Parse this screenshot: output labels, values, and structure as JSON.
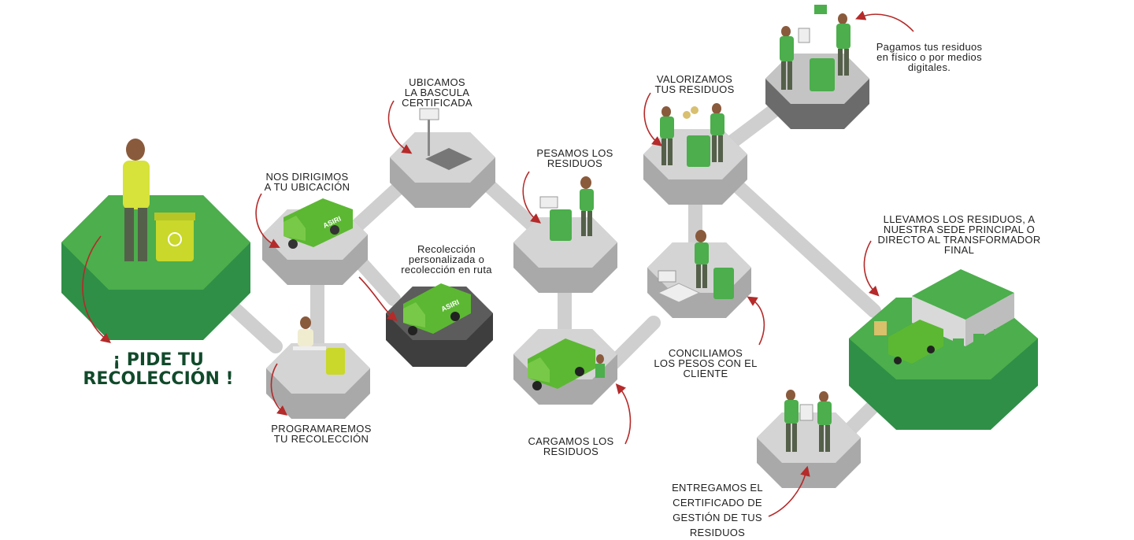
{
  "call_to_action": "¡ PIDE TU\nRECOLECCIÓN !",
  "truck_logo": "ASIRI",
  "colors": {
    "green": "#4cae4c",
    "green_dark": "#2f8f47",
    "grey_top": "#cfcfcf",
    "grey_side": "#a9a9a9",
    "dark_top": "#5c5c5c",
    "arrow_red": "#b52a2a",
    "cta_text": "#114a2b"
  },
  "steps": {
    "programaremos": "PROGRAMAREMOS\nTU RECOLECCIÓN",
    "nos_dirigimos": "NOS DIRIGIMOS\nA TU UBICACIÓN",
    "ubicamos": "UBICAMOS\nLA BASCULA\nCERTIFICADA",
    "recoleccion": "Recolección\npersonalizada o\nrecolección en ruta",
    "pesamos": "PESAMOS LOS\nRESIDUOS",
    "cargamos": "CARGAMOS LOS\nRESIDUOS",
    "conciliamos": "CONCILIAMOS\nLOS PESOS CON EL\nCLIENTE",
    "valorizamos": "VALORIZAMOS\nTUS RESIDUOS",
    "pagamos": "Pagamos tus residuos\nen físico o por medios\ndigitales.",
    "llevamos": "LLEVAMOS LOS RESIDUOS, A\nNUESTRA SEDE PRINCIPAL O\nDIRECTO AL TRANSFORMADOR\nFINAL",
    "entregamos": "ENTREGAMOS EL\nCERTIFICADO DE\nGESTIÓN DE TUS\nRESIDUOS"
  }
}
